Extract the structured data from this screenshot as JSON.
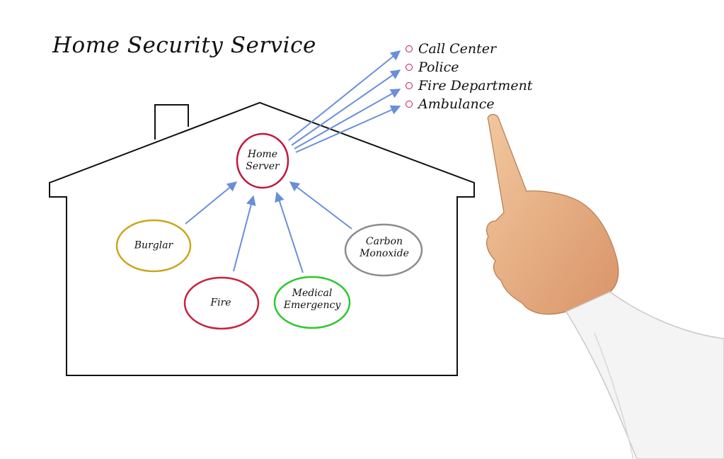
{
  "title": "Home Security Service",
  "destinations": [
    "Call Center",
    "Police",
    "Fire Department",
    "Ambulance"
  ],
  "nodes": {
    "server": {
      "label": "Home\nServer",
      "color": "#c0183c"
    },
    "burglar": {
      "label": "Burglar",
      "color": "#c8a81e"
    },
    "fire": {
      "label": "Fire",
      "color": "#c8243c"
    },
    "medical": {
      "label": "Medical\nEmergency",
      "color": "#2ec82e"
    },
    "carbon": {
      "label": "Carbon\nMonoxide",
      "color": "#8c8c8c"
    }
  },
  "colors": {
    "arrow": "#6a8fd8",
    "bullet": "#c2174a",
    "outline": "#111111"
  }
}
